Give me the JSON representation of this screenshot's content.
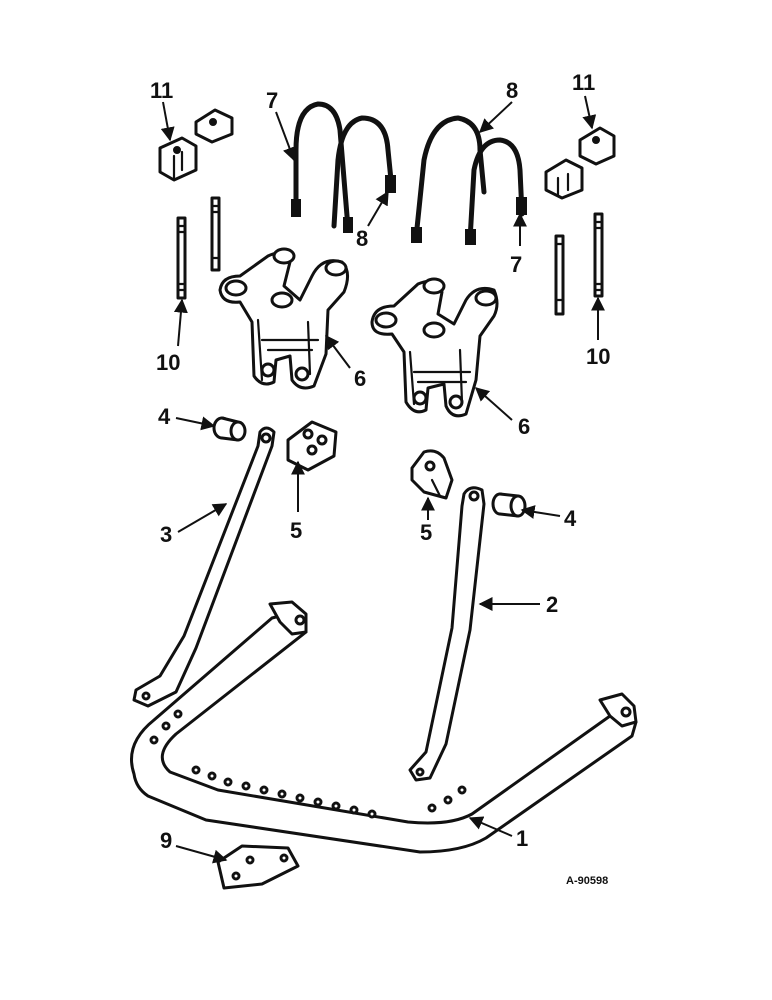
{
  "diagram": {
    "callouts": {
      "c1": "1",
      "c2": "2",
      "c3": "3",
      "c4_left": "4",
      "c4_right": "4",
      "c5_left": "5",
      "c5_right": "5",
      "c6_left": "6",
      "c6_right": "6",
      "c7_left": "7",
      "c7_right": "7",
      "c8_left": "8",
      "c8_right": "8",
      "c9": "9",
      "c10_left": "10",
      "c10_right": "10",
      "c11_left": "11",
      "c11_right": "11"
    },
    "reference_code": "A-90598"
  }
}
